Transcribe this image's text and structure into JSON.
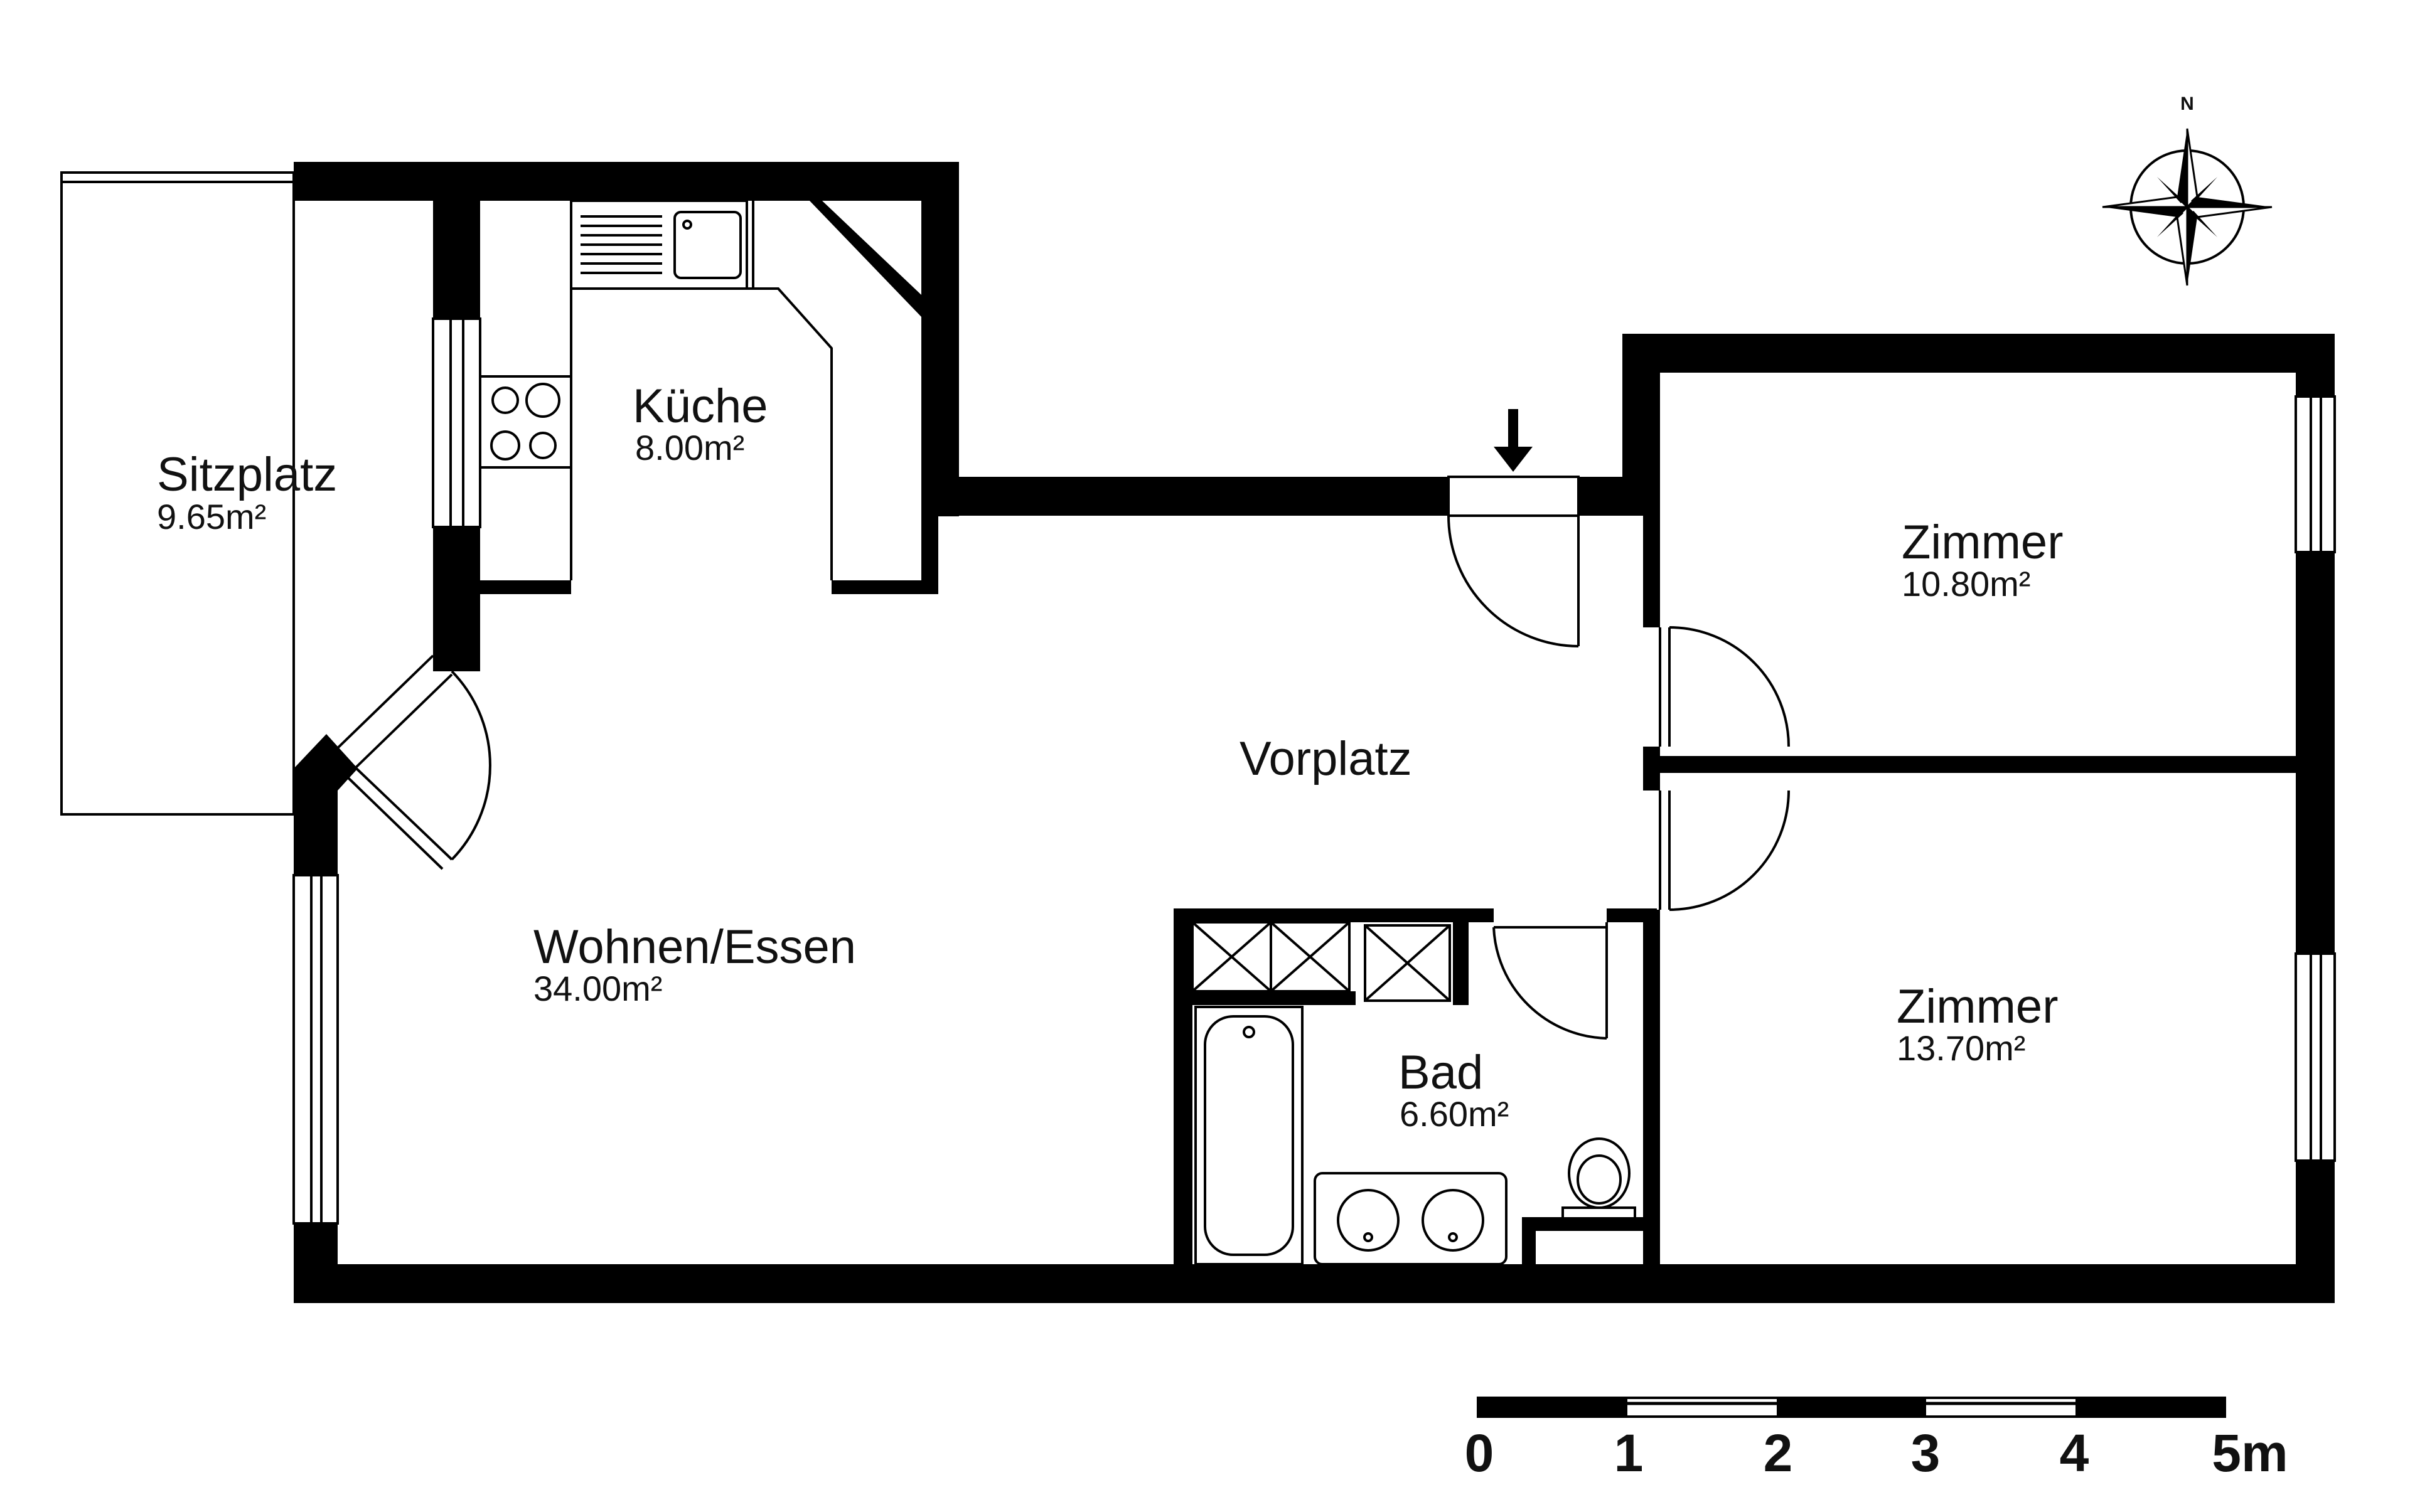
{
  "rooms": {
    "sitzplatz": {
      "name": "Sitzplatz",
      "area": "9.65m²"
    },
    "kueche": {
      "name": "Küche",
      "area": "8.00m²"
    },
    "vorplatz": {
      "name": "Vorplatz"
    },
    "wohnen": {
      "name": "Wohnen/Essen",
      "area": "34.00m²"
    },
    "bad": {
      "name": "Bad",
      "area": "6.60m²"
    },
    "zimmer1": {
      "name": "Zimmer",
      "area": "10.80m²"
    },
    "zimmer2": {
      "name": "Zimmer",
      "area": "13.70m²"
    }
  },
  "compass": {
    "label": "N"
  },
  "scale_bar": {
    "labels": [
      "0",
      "1",
      "2",
      "3",
      "4",
      "5m"
    ]
  },
  "colors": {
    "wall": "#000000",
    "background": "#ffffff"
  }
}
